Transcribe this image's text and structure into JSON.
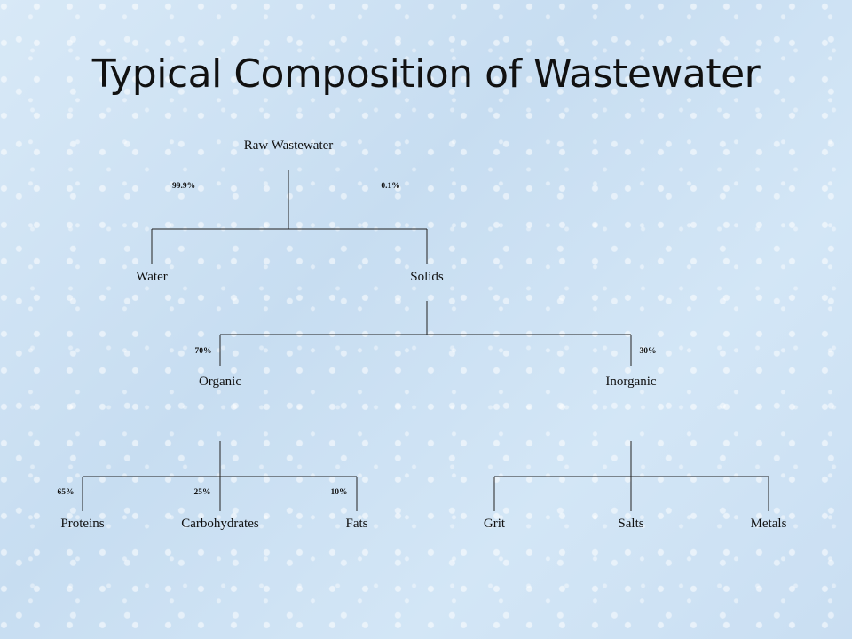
{
  "slide": {
    "title": "Typical Composition of Wastewater"
  },
  "tree": {
    "root": "Raw Wastewater",
    "level1": {
      "water": {
        "label": "Water",
        "percent": "99.9%"
      },
      "solids": {
        "label": "Solids",
        "percent": "0.1%"
      }
    },
    "level2": {
      "organic": {
        "label": "Organic",
        "percent": "70%"
      },
      "inorganic": {
        "label": "Inorganic",
        "percent": "30%"
      }
    },
    "organic_children": [
      {
        "label": "Proteins",
        "percent": "65%"
      },
      {
        "label": "Carbohydrates",
        "percent": "25%"
      },
      {
        "label": "Fats",
        "percent": "10%"
      }
    ],
    "inorganic_children": [
      {
        "label": "Grit"
      },
      {
        "label": "Salts"
      },
      {
        "label": "Metals"
      }
    ]
  }
}
